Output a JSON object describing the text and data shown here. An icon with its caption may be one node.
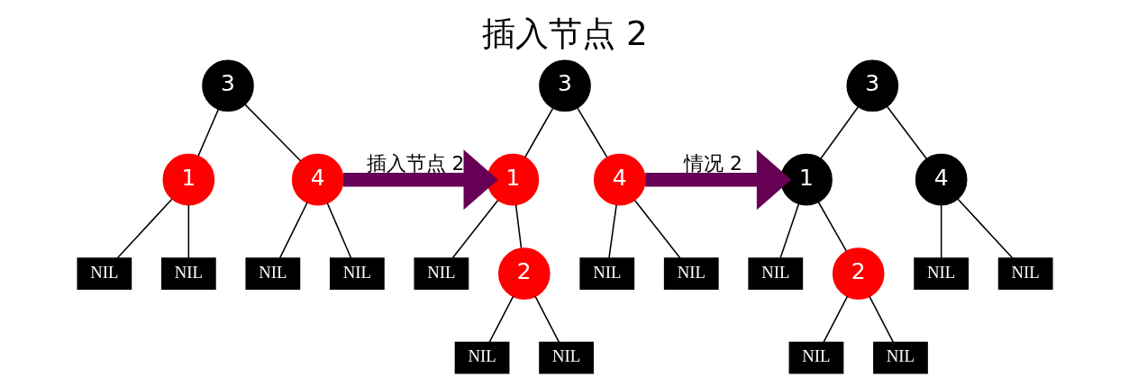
{
  "diagram": {
    "title": "插入节点 2",
    "nodes": [
      {
        "text": [
          "3"
        ]
      },
      {
        "text": [
          "1"
        ]
      },
      {
        "text": [
          "4"
        ]
      },
      {
        "text": [
          "NIL"
        ]
      },
      {
        "text": [
          "NIL"
        ]
      },
      {
        "text": [
          "NIL"
        ]
      },
      {
        "text": [
          "NIL"
        ]
      },
      {
        "text": [
          "3"
        ]
      },
      {
        "text": [
          "1"
        ]
      },
      {
        "text": [
          "4"
        ]
      },
      {
        "text": [
          "NIL"
        ]
      },
      {
        "text": [
          "2"
        ]
      },
      {
        "text": [
          "NIL"
        ]
      },
      {
        "text": [
          "NIL"
        ]
      },
      {
        "text": [
          "NIL"
        ]
      },
      {
        "text": [
          "NIL"
        ]
      },
      {
        "text": [
          "3"
        ]
      },
      {
        "text": [
          "1"
        ]
      },
      {
        "text": [
          "4"
        ]
      },
      {
        "text": [
          "NIL"
        ]
      },
      {
        "text": [
          "2"
        ]
      },
      {
        "text": [
          "NIL"
        ]
      },
      {
        "text": [
          "NIL"
        ]
      },
      {
        "text": [
          "NIL"
        ]
      },
      {
        "text": [
          "NIL"
        ]
      }
    ],
    "edges": [
      {
        "from": 0,
        "to": 1,
        "arrow": "none"
      },
      {
        "from": 0,
        "to": 2,
        "arrow": "none"
      },
      {
        "from": 1,
        "to": 3,
        "arrow": "none"
      },
      {
        "from": 1,
        "to": 4,
        "arrow": "none"
      },
      {
        "from": 2,
        "to": 5,
        "arrow": "none"
      },
      {
        "from": 2,
        "to": 6,
        "arrow": "none"
      },
      {
        "from": 2,
        "to": 8,
        "arrow": "to",
        "label": "插入节点 2",
        "style": "thick",
        "color": "#660055"
      },
      {
        "from": 7,
        "to": 8,
        "arrow": "none"
      },
      {
        "from": 7,
        "to": 9,
        "arrow": "none"
      },
      {
        "from": 8,
        "to": 10,
        "arrow": "none"
      },
      {
        "from": 8,
        "to": 11,
        "arrow": "none"
      },
      {
        "from": 9,
        "to": 12,
        "arrow": "none"
      },
      {
        "from": 9,
        "to": 13,
        "arrow": "none"
      },
      {
        "from": 11,
        "to": 14,
        "arrow": "none"
      },
      {
        "from": 11,
        "to": 15,
        "arrow": "none"
      },
      {
        "from": 9,
        "to": 17,
        "arrow": "to",
        "label": "情况 2",
        "style": "thick",
        "color": "#660055"
      },
      {
        "from": 16,
        "to": 17,
        "arrow": "none"
      },
      {
        "from": 16,
        "to": 18,
        "arrow": "none"
      },
      {
        "from": 17,
        "to": 19,
        "arrow": "none"
      },
      {
        "from": 17,
        "to": 20,
        "arrow": "none"
      },
      {
        "from": 18,
        "to": 21,
        "arrow": "none"
      },
      {
        "from": 18,
        "to": 22,
        "arrow": "none"
      },
      {
        "from": 20,
        "to": 23,
        "arrow": "none"
      },
      {
        "from": 20,
        "to": 24,
        "arrow": "none"
      }
    ]
  }
}
